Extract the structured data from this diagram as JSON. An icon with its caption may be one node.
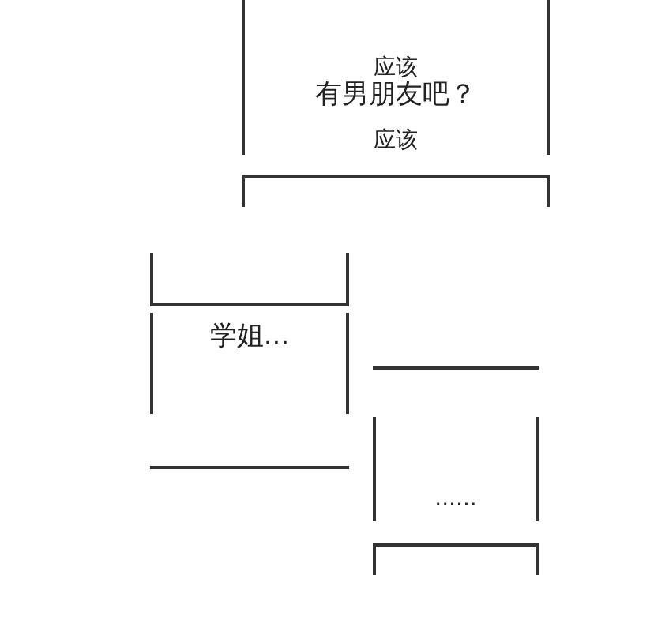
{
  "diagram": {
    "nodes": [
      {
        "text": [
          "应该",
          "有男朋友吧？",
          "应该"
        ]
      },
      {
        "text": [
          "学姐..."
        ]
      },
      {
        "text": [
          "......"
        ]
      }
    ]
  }
}
